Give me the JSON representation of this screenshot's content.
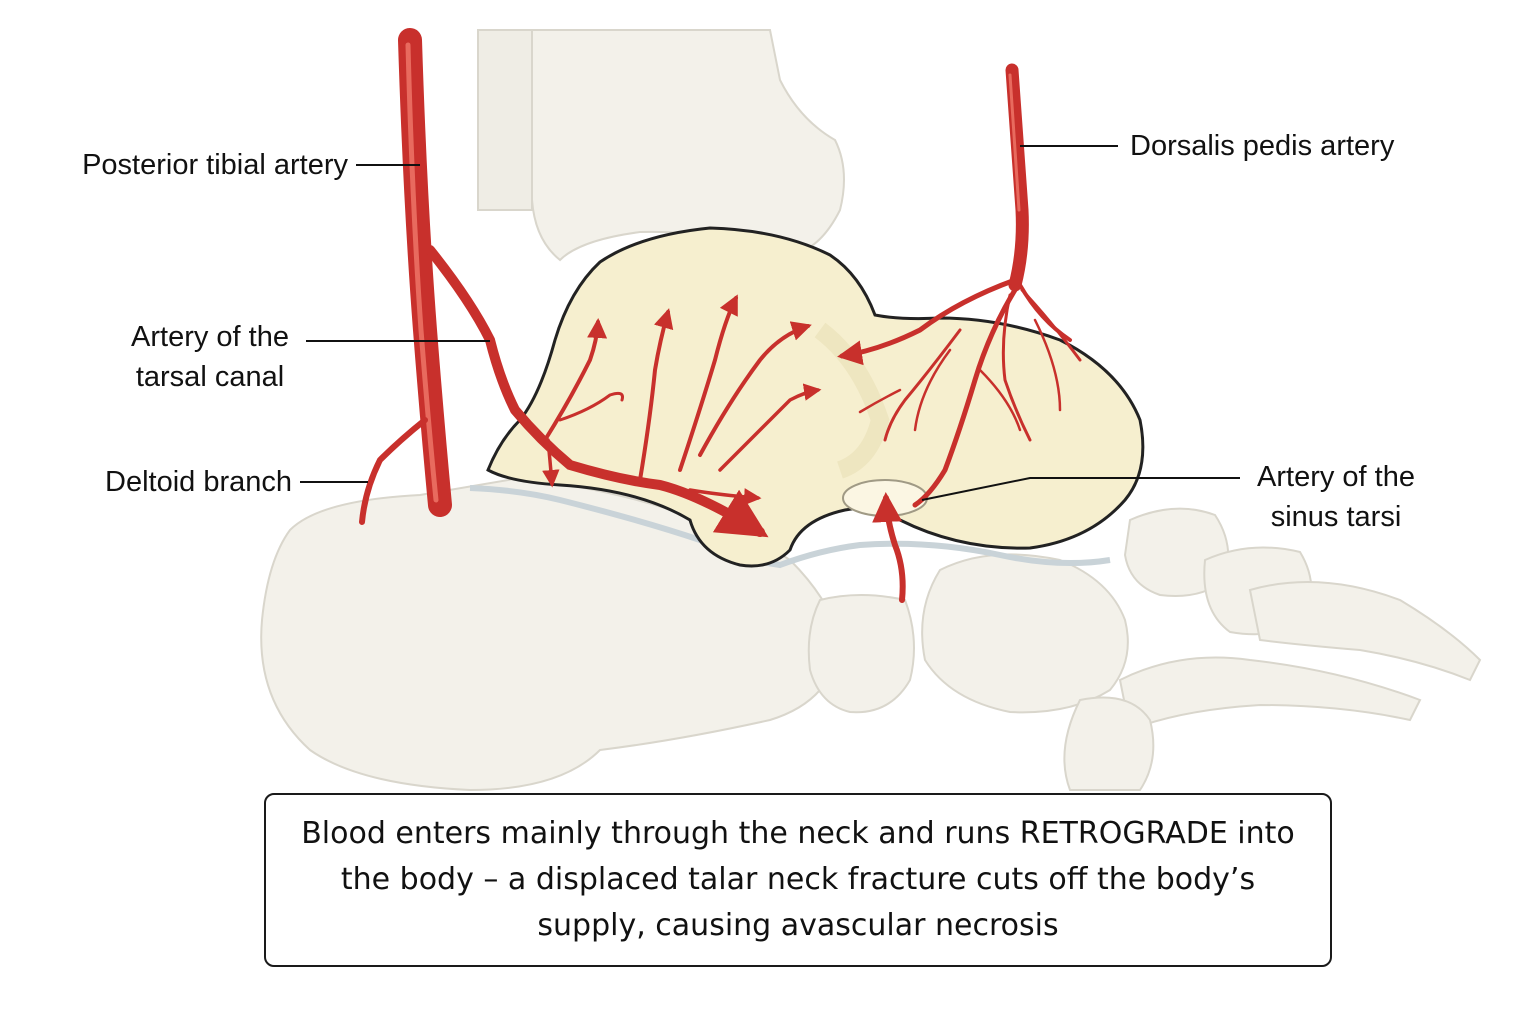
{
  "labels": {
    "posterior_tibial": "Posterior tibial artery",
    "dorsalis_pedis": "Dorsalis pedis artery",
    "tarsal_canal_line1": "Artery of the",
    "tarsal_canal_line2": "tarsal canal",
    "deltoid_branch": "Deltoid branch",
    "sinus_tarsi_line1": "Artery of the",
    "sinus_tarsi_line2": "sinus tarsi"
  },
  "caption": "Blood enters mainly through the neck and runs RETROGRADE into the body – a displaced talar neck fracture cuts off the body’s supply, causing avascular necrosis",
  "colors": {
    "artery": "#c8302c",
    "artery_highlight": "#e86a5e",
    "talus_fill": "#f6efcf",
    "bone_fill": "#f3f1ea",
    "bone_stroke": "#d9d6cc",
    "outline": "#222222"
  }
}
